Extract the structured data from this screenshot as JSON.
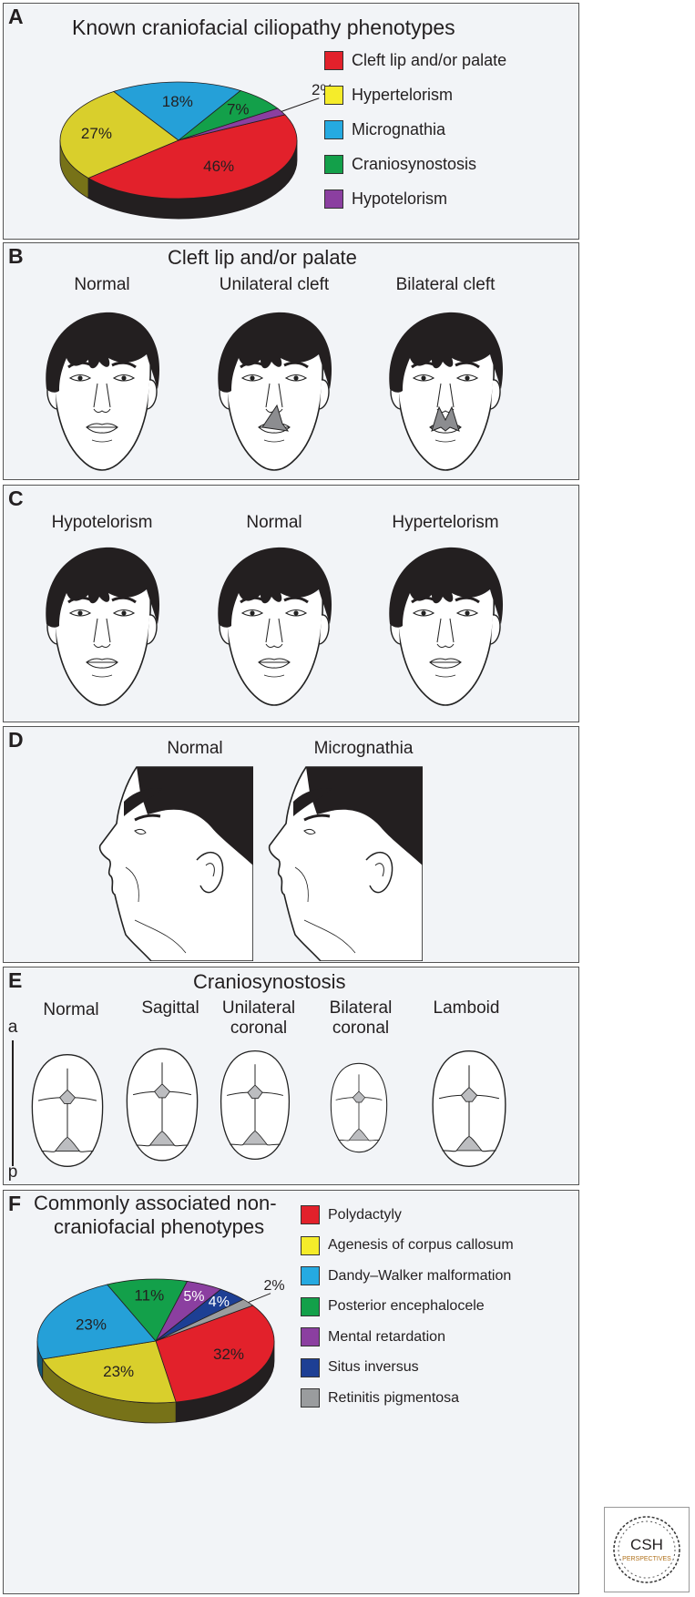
{
  "panel_a": {
    "letter": "A",
    "title": "Known craniofacial ciliopathy phenotypes",
    "legend": [
      {
        "label": "Cleft lip and/or palate",
        "color": "#e2212b"
      },
      {
        "label": "Hypertelorism",
        "color": "#f5ec2a"
      },
      {
        "label": "Micrognathia",
        "color": "#25aae1"
      },
      {
        "label": "Craniosynostosis",
        "color": "#13a04a"
      },
      {
        "label": "Hypotelorism",
        "color": "#8b3fa0"
      }
    ]
  },
  "panel_b": {
    "letter": "B",
    "title": "Cleft lip and/or palate",
    "labels": [
      "Normal",
      "Unilateral cleft",
      "Bilateral cleft"
    ]
  },
  "panel_c": {
    "letter": "C",
    "labels": [
      "Hypotelorism",
      "Normal",
      "Hypertelorism"
    ]
  },
  "panel_d": {
    "letter": "D",
    "labels": [
      "Normal",
      "Micrognathia"
    ]
  },
  "panel_e": {
    "letter": "E",
    "title": "Craniosynostosis",
    "labels": [
      "Normal",
      "Sagittal",
      "Unilateral\ncoronal",
      "Bilateral\ncoronal",
      "Lamboid"
    ],
    "axis_top": "a",
    "axis_bottom": "p"
  },
  "panel_f": {
    "letter": "F",
    "title_line1": "Commonly associated non-",
    "title_line2": "craniofacial phenotypes",
    "legend": [
      {
        "label": "Polydactyly",
        "color": "#e2212b"
      },
      {
        "label": "Agenesis of corpus callosum",
        "color": "#f5ec2a"
      },
      {
        "label": "Dandy–Walker malformation",
        "color": "#25aae1"
      },
      {
        "label": "Posterior encephalocele",
        "color": "#13a04a"
      },
      {
        "label": "Mental retardation",
        "color": "#8b3fa0"
      },
      {
        "label": "Situs inversus",
        "color": "#1d3f94"
      },
      {
        "label": "Retinitis pigmentosa",
        "color": "#9a9c9e"
      }
    ]
  },
  "chart_data": [
    {
      "type": "pie",
      "title": "Known craniofacial ciliopathy phenotypes",
      "categories": [
        "Cleft lip and/or palate",
        "Hypertelorism",
        "Micrognathia",
        "Craniosynostosis",
        "Hypotelorism"
      ],
      "values": [
        46,
        27,
        18,
        7,
        2
      ],
      "labels": [
        "46%",
        "27%",
        "18%",
        "7%",
        "2%"
      ],
      "colors": [
        "#e2212b",
        "#d9cf2c",
        "#25a0d8",
        "#13a04a",
        "#8b3fa0"
      ],
      "legend": "right"
    },
    {
      "type": "pie",
      "title": "Commonly associated non-craniofacial phenotypes",
      "categories": [
        "Polydactyly",
        "Agenesis of corpus callosum",
        "Dandy–Walker malformation",
        "Posterior encephalocele",
        "Mental retardation",
        "Situs inversus",
        "Retinitis pigmentosa"
      ],
      "values": [
        32,
        23,
        23,
        11,
        5,
        4,
        2
      ],
      "labels": [
        "32%",
        "23%",
        "23%",
        "11%",
        "5%",
        "4%",
        "2%"
      ],
      "colors": [
        "#e2212b",
        "#d9cf2c",
        "#25a0d8",
        "#13a04a",
        "#8b3fa0",
        "#1d3f94",
        "#9a9c9e"
      ],
      "legend": "right"
    }
  ],
  "logo": {
    "line1": "CSH",
    "line2": "PERSPECTIVES"
  }
}
